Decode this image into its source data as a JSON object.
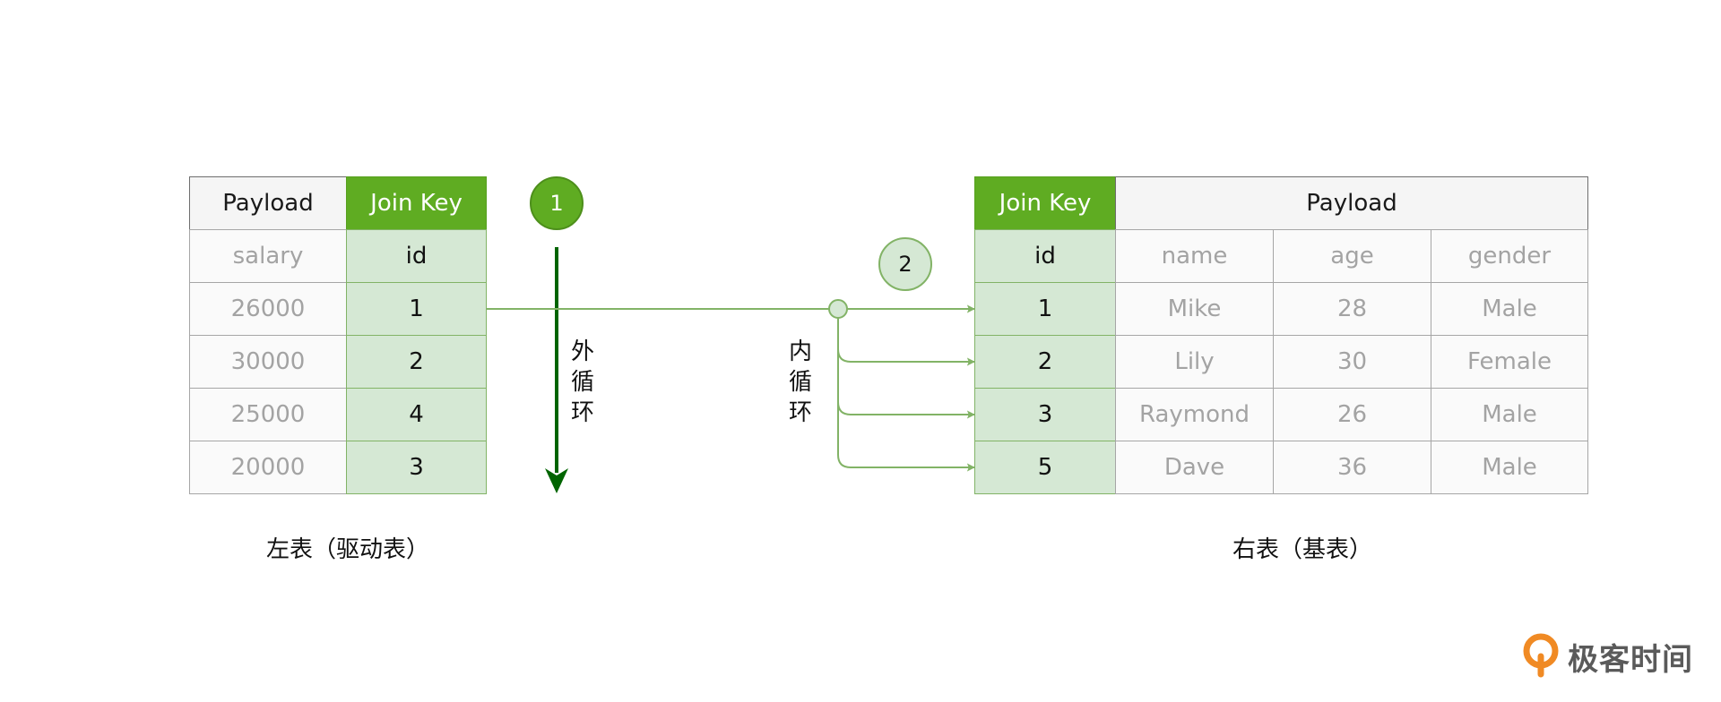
{
  "left_table": {
    "header": {
      "payload": "Payload",
      "join_key": "Join Key"
    },
    "columns": {
      "payload": "salary",
      "join_key": "id"
    },
    "rows": [
      {
        "payload": "26000",
        "join_key": "1"
      },
      {
        "payload": "30000",
        "join_key": "2"
      },
      {
        "payload": "25000",
        "join_key": "4"
      },
      {
        "payload": "20000",
        "join_key": "3"
      }
    ],
    "caption": "左表（驱动表）"
  },
  "right_table": {
    "header": {
      "join_key": "Join Key",
      "payload": "Payload"
    },
    "columns": {
      "join_key": "id",
      "name": "name",
      "age": "age",
      "gender": "gender"
    },
    "rows": [
      {
        "join_key": "1",
        "name": "Mike",
        "age": "28",
        "gender": "Male"
      },
      {
        "join_key": "2",
        "name": "Lily",
        "age": "30",
        "gender": "Female"
      },
      {
        "join_key": "3",
        "name": "Raymond",
        "age": "26",
        "gender": "Male"
      },
      {
        "join_key": "5",
        "name": "Dave",
        "age": "36",
        "gender": "Male"
      }
    ],
    "caption": "右表（基表）"
  },
  "outer_loop": {
    "step": "1",
    "label": [
      "外",
      "循",
      "环"
    ]
  },
  "inner_loop": {
    "step": "2",
    "label": [
      "内",
      "循",
      "环"
    ]
  },
  "colors": {
    "header_green": "#5fac22",
    "cell_green": "#d5e8d4",
    "border_green": "#82b366",
    "outer_arrow": "#006400",
    "inner_arrow": "#82b366",
    "logo_orange": "#f08a24"
  },
  "logo": {
    "text": "极客时间",
    "icon": "geektime-logo-icon"
  }
}
